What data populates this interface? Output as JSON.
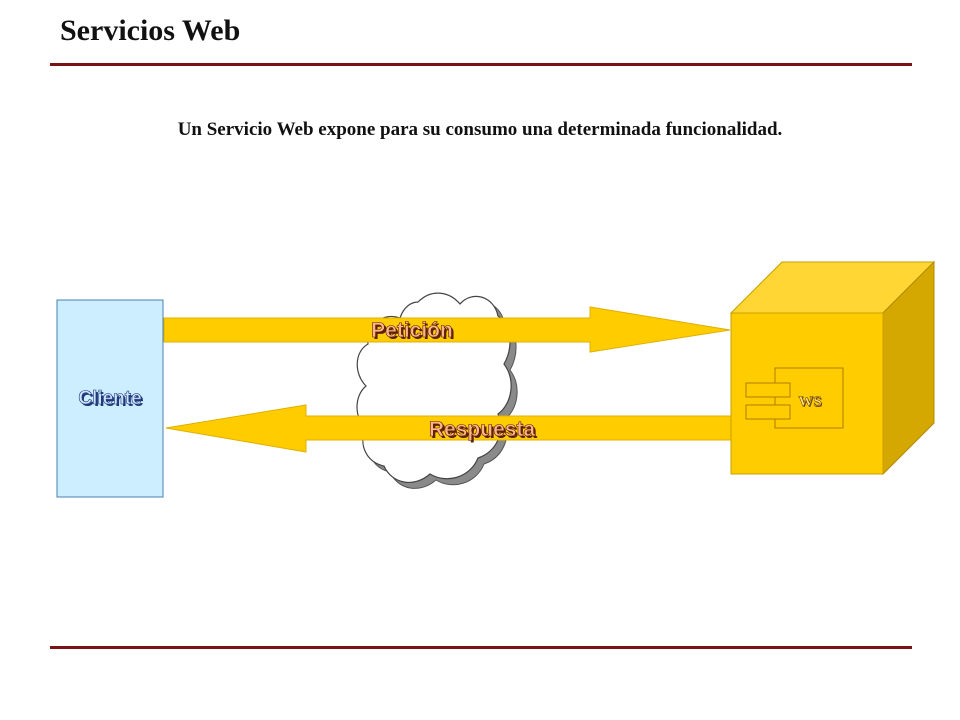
{
  "page": {
    "title": "Servicios Web",
    "subtitle": "Un Servicio Web expone para su consumo una determinada funcionalidad."
  },
  "diagram": {
    "client_label": "Cliente",
    "request_label": "Petición",
    "response_label": "Respuesta",
    "service_label": "WS"
  },
  "colors": {
    "rule": "#7a1414",
    "arrow": "#ffcc00",
    "client_box": "#cceeff",
    "server_front": "#ffcc00",
    "server_top": "#ffd633",
    "server_side": "#d4a800",
    "label_request": "#ffb38a",
    "label_response": "#ffb38a",
    "label_client": "#cfe2ff"
  }
}
